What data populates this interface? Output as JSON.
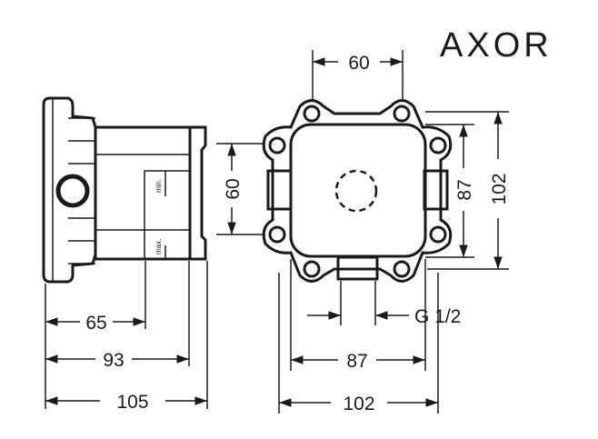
{
  "logo": "AXOR",
  "side_view": {
    "labels": {
      "min": "min.",
      "max": "max."
    },
    "dimensions": {
      "d65": "65",
      "d93": "93",
      "d105": "105",
      "d60_vertical": "60"
    }
  },
  "front_view": {
    "dimensions": {
      "d60_top": "60",
      "d87_vertical": "87",
      "d102_vertical": "102",
      "d87_bottom": "87",
      "d102_bottom": "102"
    },
    "thread_label": "G 1/2"
  }
}
